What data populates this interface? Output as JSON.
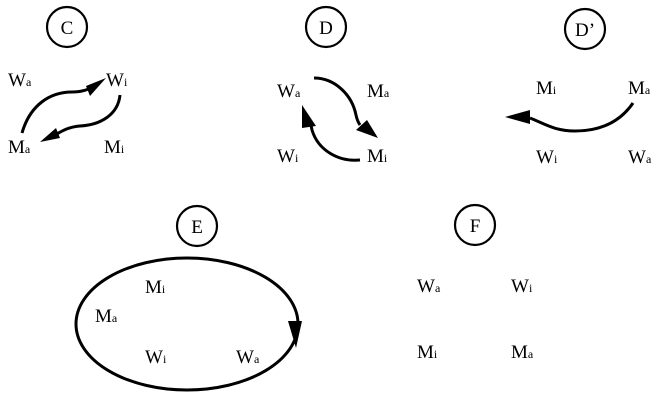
{
  "panels": [
    {
      "id": "C",
      "label": "C",
      "nodes": [
        {
          "key": "Wa",
          "base": "W",
          "sub": "a"
        },
        {
          "key": "Wi",
          "base": "W",
          "sub": "i"
        },
        {
          "key": "Ma",
          "base": "M",
          "sub": "a"
        },
        {
          "key": "Mi",
          "base": "M",
          "sub": "i"
        }
      ],
      "arrows": [
        {
          "from": "Ma",
          "to": "Wi"
        },
        {
          "from": "Wi",
          "to": "Ma"
        }
      ]
    },
    {
      "id": "D",
      "label": "D",
      "nodes": [
        {
          "key": "Wa",
          "base": "W",
          "sub": "a"
        },
        {
          "key": "Ma",
          "base": "M",
          "sub": "a"
        },
        {
          "key": "Wi",
          "base": "W",
          "sub": "i"
        },
        {
          "key": "Mi",
          "base": "M",
          "sub": "i"
        }
      ],
      "arrows": [
        {
          "from": "Wa",
          "to": "Mi"
        },
        {
          "from": "Mi",
          "to": "Wa"
        }
      ]
    },
    {
      "id": "D-prime",
      "label": "D’",
      "nodes": [
        {
          "key": "Mi",
          "base": "M",
          "sub": "i"
        },
        {
          "key": "Ma",
          "base": "M",
          "sub": "a"
        },
        {
          "key": "Wi",
          "base": "W",
          "sub": "i"
        },
        {
          "key": "Wa",
          "base": "W",
          "sub": "a"
        }
      ],
      "arrows": [
        {
          "from": "Ma",
          "to": "left"
        }
      ]
    },
    {
      "id": "E",
      "label": "E",
      "nodes": [
        {
          "key": "Mi",
          "base": "M",
          "sub": "i"
        },
        {
          "key": "Ma",
          "base": "M",
          "sub": "a"
        },
        {
          "key": "Wi",
          "base": "W",
          "sub": "i"
        },
        {
          "key": "Wa",
          "base": "W",
          "sub": "a"
        }
      ],
      "arrows": [
        {
          "type": "cycle",
          "direction": "clockwise"
        }
      ]
    },
    {
      "id": "F",
      "label": "F",
      "nodes": [
        {
          "key": "Wa",
          "base": "W",
          "sub": "a"
        },
        {
          "key": "Wi",
          "base": "W",
          "sub": "i"
        },
        {
          "key": "Mi",
          "base": "M",
          "sub": "i"
        },
        {
          "key": "Ma",
          "base": "M",
          "sub": "a"
        }
      ],
      "arrows": []
    }
  ]
}
